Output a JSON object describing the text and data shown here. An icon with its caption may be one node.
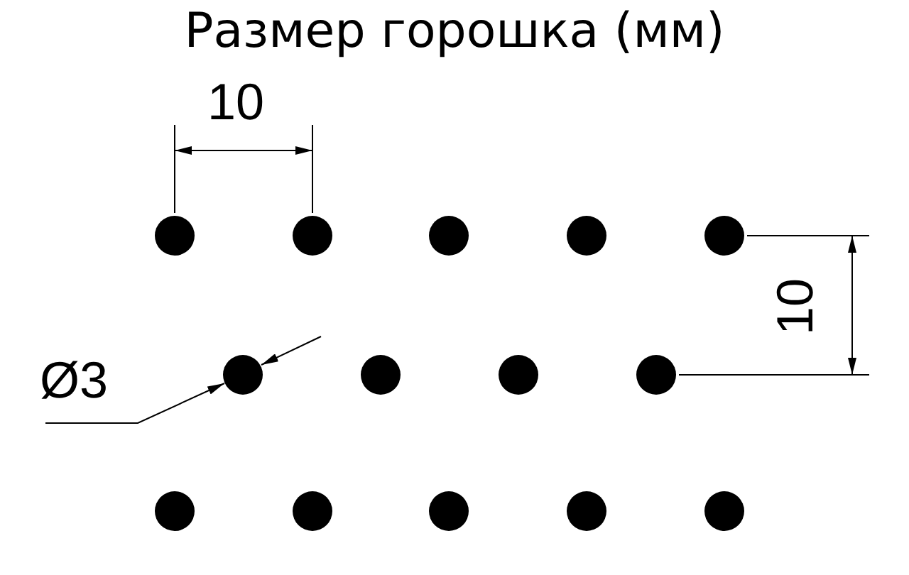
{
  "diagram": {
    "title": "Размер горошка (мм)",
    "labels": [
      "10",
      "10",
      "Ø3"
    ]
  }
}
